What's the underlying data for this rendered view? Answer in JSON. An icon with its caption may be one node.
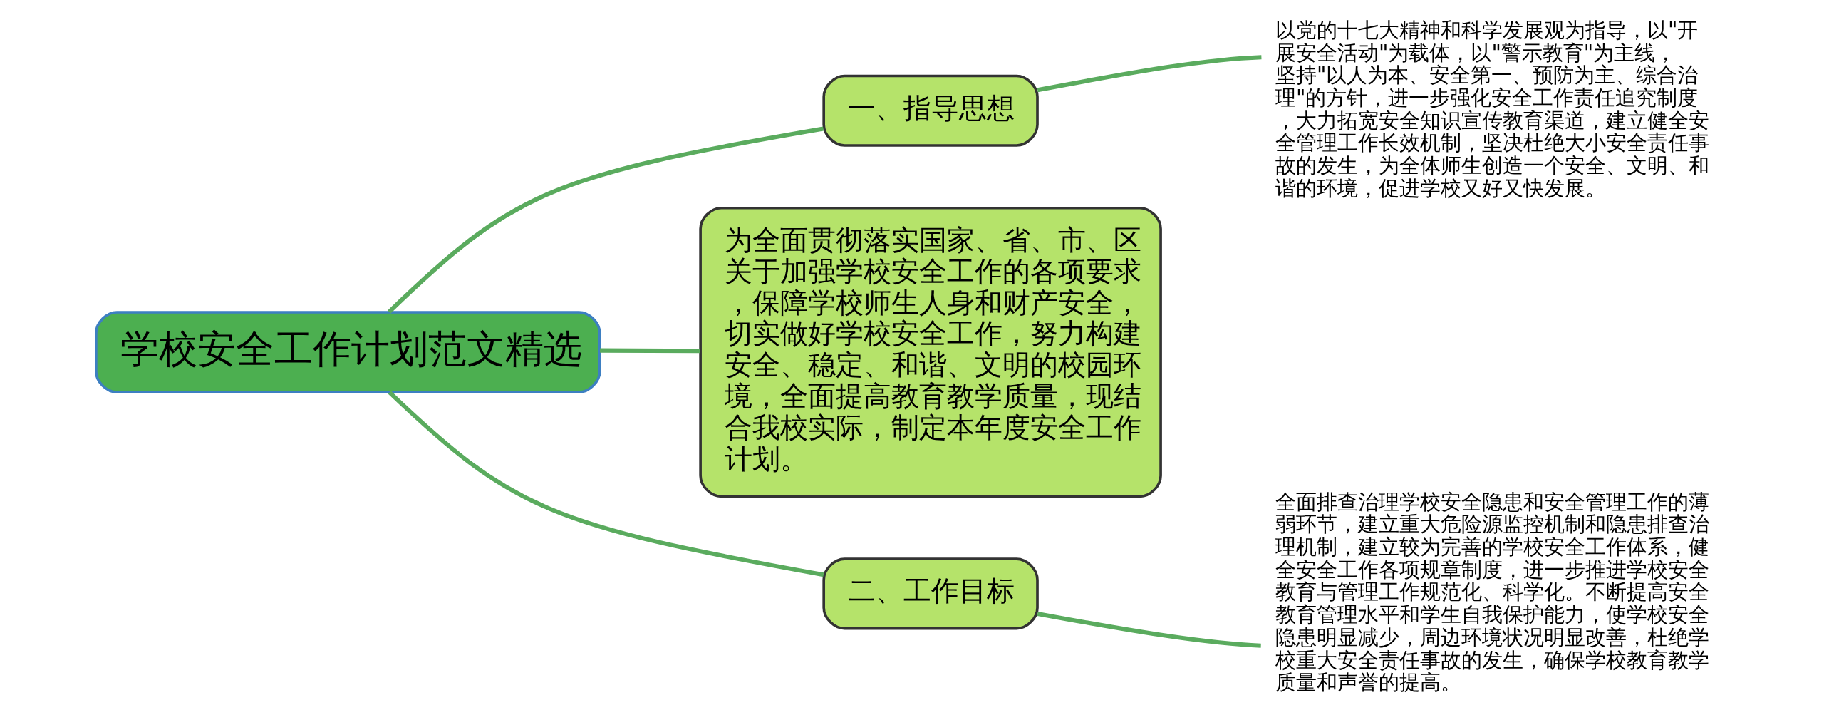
{
  "diagram": {
    "nodes": [
      {
        "text": [
          "学校安全工作计划范文精选"
        ]
      },
      {
        "text": [
          "一、指导思想"
        ]
      },
      {
        "text": [
          "以党的十七大精神和科学发展观为指导，以\"开展安全活动\"为载体，以\"警示教育\"为主线，坚持\"以人为本、安全第一、预防为主、综合治理\"的方针，进一步强化安全工作责任追究制度，大力拓宽安全知识宣传教育渠道，建立健全安全管理工作长效机制，坚决杜绝大小安全责任事故的发生，为全体师生创造一个安全、文明、和谐的环境，促进学校又好又快发展。"
        ]
      },
      {
        "text": [
          "为全面贯彻落实国家、省、市、区关于加强学校安全工作的各项要求，保障学校师生人身和财产安全，切实做好学校安全工作，努力构建安全、稳定、和谐、文明的校园环境，全面提高教育教学质量，现结合我校实际，制定本年度安全工作计划。"
        ]
      },
      {
        "text": [
          "二、工作目标"
        ]
      },
      {
        "text": [
          "全面排查治理学校安全隐患和安全管理工作的薄弱环节，建立重大危险源监控机制和隐患排查治理机制，建立较为完善的学校安全工作体系，健全安全工作各项规章制度，进一步推进学校安全教育与管理工作规范化、科学化。不断提高安全教育管理水平和学生自我保护能力，使学校安全隐患明显减少，周边环境状况明显改善，杜绝学校重大安全责任事故的发生，确保学校教育教学质量和声誉的提高。"
        ]
      }
    ],
    "edges": [
      {
        "from": 0,
        "to": 1,
        "arrow": "none"
      },
      {
        "from": 1,
        "to": 2,
        "arrow": "none"
      },
      {
        "from": 0,
        "to": 3,
        "arrow": "none"
      },
      {
        "from": 0,
        "to": 4,
        "arrow": "none"
      },
      {
        "from": 4,
        "to": 5,
        "arrow": "none"
      }
    ]
  }
}
